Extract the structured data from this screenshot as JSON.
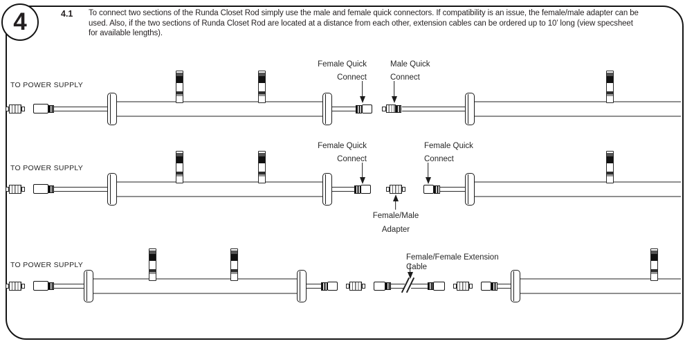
{
  "page": {
    "step_number": "4",
    "section_number": "4.1",
    "instructions": "To connect two sections of the Runda Closet Rod simply use the male and female quick connectors. If compatibility is an issue, the female/male adapter can be used. Also, if the two sections of Runda Closet Rod are located at a distance from each other, extension cables can be ordered up to 10’ long (view specsheet for available lengths)."
  },
  "labels": {
    "to_power_supply": "TO POWER SUPPLY",
    "female_quick": {
      "line1": "Female Quick",
      "line2": "Connect"
    },
    "male_quick": {
      "line1": "Male Quick",
      "line2": "Connect"
    },
    "female_male_adapter": {
      "line1": "Female/Male",
      "line2": "Adapter"
    },
    "extension_cable": "Female/Female Extension Cable"
  },
  "colors": {
    "ink": "#231f20",
    "rod_line": "#8f8f8f",
    "background": "#ffffff"
  }
}
